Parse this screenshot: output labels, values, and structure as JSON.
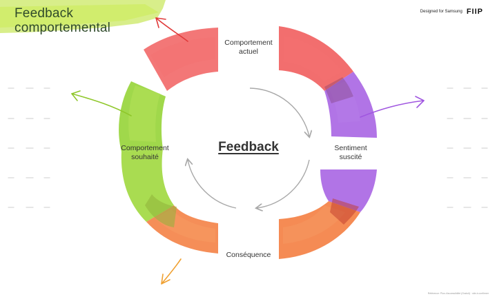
{
  "title": {
    "line1": "Feedback",
    "line2": "comportemental"
  },
  "brand": {
    "tagline": "Designed for Samsung",
    "logo": "FIIP"
  },
  "center": {
    "label": "Feedback"
  },
  "stages": {
    "top": {
      "line1": "Comportement",
      "line2": "actuel"
    },
    "right": {
      "line1": "Sentiment",
      "line2": "suscité"
    },
    "bottom": {
      "line1": "Conséquence"
    },
    "left": {
      "line1": "Comportement",
      "line2": "souhaité"
    }
  },
  "footnote": "Référence: Plus d'accessibilité (Gratuit) · site à confirmer",
  "colors": {
    "red": "#ef4a4a",
    "purple": "#a056e0",
    "orange": "#f3722e",
    "green": "#8fd12b",
    "lime_wash": "#b8e02a",
    "arrow_gray": "#a8a8a8",
    "dash_gray": "#d6d6d6"
  }
}
